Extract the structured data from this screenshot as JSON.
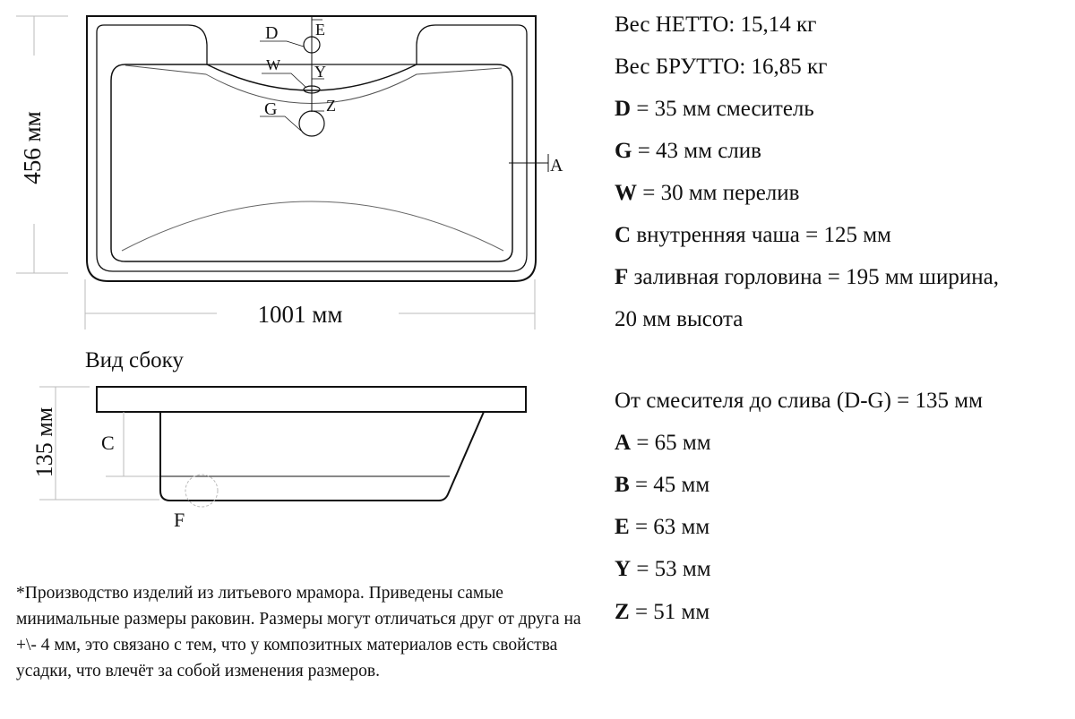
{
  "top_view": {
    "labels": {
      "D": "D",
      "E": "E",
      "W": "W",
      "Y": "Y",
      "G": "G",
      "Z": "Z",
      "A": "A"
    },
    "height_dim": "456 мм",
    "width_dim": "1001 мм"
  },
  "side_view": {
    "title": "Вид сбоку",
    "height_dim": "135 мм",
    "labels": {
      "C": "C",
      "F": "F"
    }
  },
  "specs_top": [
    {
      "key": "",
      "text": "Вес НЕТТО: 15,14 кг"
    },
    {
      "key": "",
      "text": "Вес БРУТТО: 16,85 кг"
    },
    {
      "key": "D",
      "text": " = 35 мм смеситель"
    },
    {
      "key": "G",
      "text": " = 43 мм слив"
    },
    {
      "key": "W",
      "text": " = 30 мм перелив"
    },
    {
      "key": "C",
      "text": " внутренняя чаша = 125 мм"
    },
    {
      "key": "F",
      "text": " заливная горловина = 195 мм ширина,"
    },
    {
      "key": "",
      "text": "20 мм высота"
    }
  ],
  "specs_bottom": [
    {
      "key": "",
      "text": "От смесителя до слива (D-G) = 135 мм"
    },
    {
      "key": "A",
      "text": " = 65 мм"
    },
    {
      "key": "B",
      "text": " = 45 мм"
    },
    {
      "key": "E",
      "text": " = 63 мм"
    },
    {
      "key": "Y",
      "text": " = 53 мм"
    },
    {
      "key": "Z",
      "text": " = 51 мм"
    }
  ],
  "footnote": "*Производство изделий из литьевого мрамора. Приведены самые минимальные размеры раковин. Размеры могут отличаться друг от друга на +\\- 4 мм, это связано с тем, что у композитных материалов есть свойства усадки, что влечёт за собой изменения размеров."
}
